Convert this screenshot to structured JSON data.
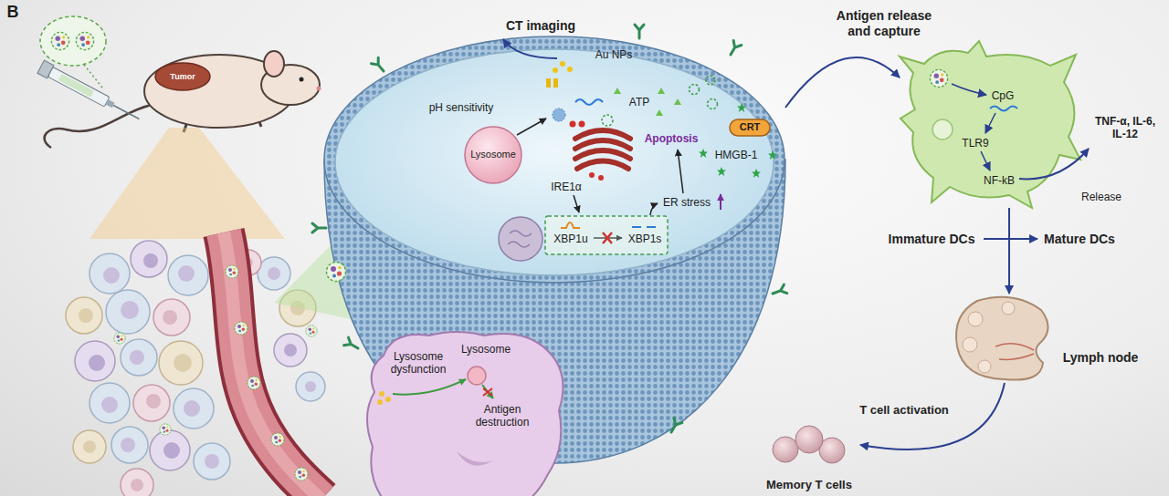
{
  "diagram": {
    "nodes": [
      {
        "text": [
          "pH sensitivity",
          "IRE1α",
          "ER stress",
          "Apoptosis",
          "ATP",
          "HMGB-1"
        ]
      },
      {
        "text": [
          "Lysosome"
        ],
        "in": 0
      },
      {
        "text": [
          "CRT"
        ],
        "in": 0
      },
      {
        "text": [
          "XBP1u",
          "XBP1s"
        ],
        "in": 0
      },
      {
        "text": [
          "CpG",
          "TLR9",
          "NF-kB"
        ]
      },
      {
        "text": [
          "Lymph node"
        ]
      },
      {
        "text": [
          "Memory T cells"
        ]
      },
      {
        "text": [
          "Lysosome dysfunction",
          "Lysosome",
          "Antigen destruction"
        ]
      }
    ],
    "edges": [
      {
        "from": 0,
        "to": 4,
        "arrow": "to",
        "label": "Antigen release and capture"
      },
      {
        "from": 4,
        "to": 5,
        "arrow": "to"
      },
      {
        "from": 5,
        "to": 6,
        "arrow": "to",
        "label": "T cell activation"
      }
    ],
    "labels": [
      "B",
      "Tumor",
      "CT imaging",
      "Au NPs",
      "TNF-α, IL-6, IL-12",
      "Release",
      "Immature DCs",
      "Mature DCs"
    ]
  }
}
